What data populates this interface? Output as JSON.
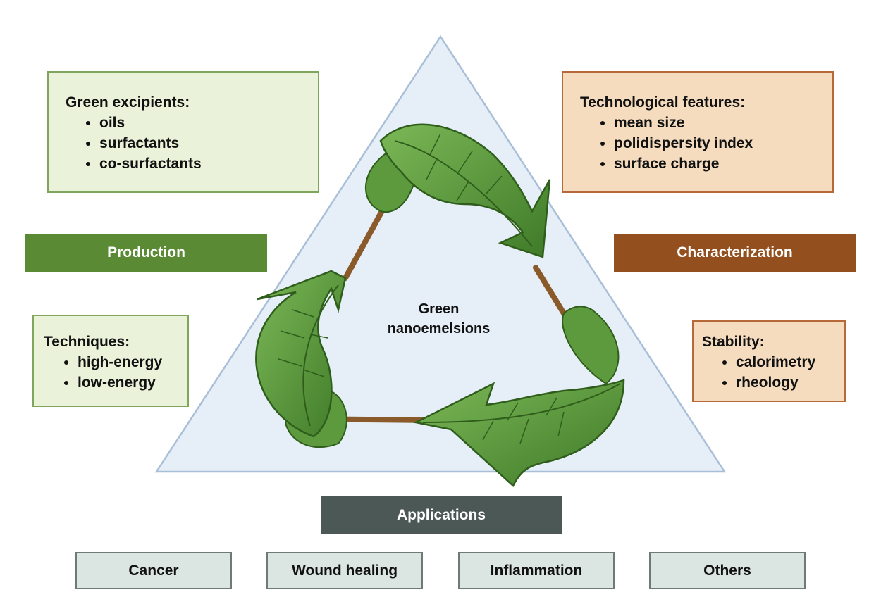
{
  "center_label": {
    "line1": "Green",
    "line2": "nanoemelsions"
  },
  "production": {
    "label": "Production",
    "excipients": {
      "title": "Green excipients:",
      "items": [
        "oils",
        "surfactants",
        "co-surfactants"
      ]
    },
    "techniques": {
      "title": "Techniques:",
      "items": [
        "high-energy",
        "low-energy"
      ]
    }
  },
  "characterization": {
    "label": "Characterization",
    "features": {
      "title": "Technological features:",
      "items": [
        "mean size",
        "polidispersity index",
        "surface charge"
      ]
    },
    "stability": {
      "title": "Stability:",
      "items": [
        "calorimetry",
        "rheology"
      ]
    }
  },
  "applications": {
    "label": "Applications",
    "items": [
      "Cancer",
      "Wound healing",
      "Inflammation",
      "Others"
    ]
  },
  "colors": {
    "production": "#5a8a33",
    "characterization": "#934f1e",
    "applications": "#4b5856",
    "leaf": "#5d9a3d",
    "leaf_dark": "#2f5e1c",
    "stick": "#8b5a2b",
    "triangle_fill": "#e6eff7",
    "triangle_stroke": "#a9bfd8"
  }
}
